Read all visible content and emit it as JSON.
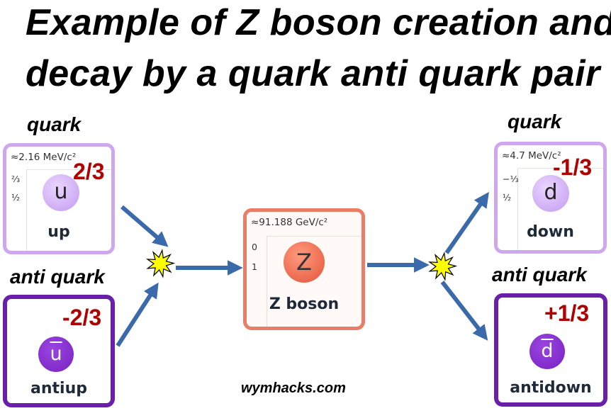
{
  "title": {
    "line1": "Example of Z boson creation and",
    "line2": "decay by a quark anti quark pair"
  },
  "labels": {
    "quark": "quark",
    "anti_quark": "anti quark"
  },
  "particles": {
    "up": {
      "mass": "≈2.16 MeV/c²",
      "charge_small": "⅔",
      "spin": "½",
      "symbol": "u",
      "name": "up",
      "charge_label": "2/3"
    },
    "antiup": {
      "symbol": "u",
      "name": "antiup",
      "charge_label": "-2/3"
    },
    "z": {
      "mass": "≈91.188 GeV/c²",
      "charge_small": "0",
      "spin": "1",
      "symbol": "Z",
      "name": "Z boson"
    },
    "down": {
      "mass": "≈4.7 MeV/c²",
      "charge_small": "−⅓",
      "spin": "½",
      "symbol": "d",
      "name": "down",
      "charge_label": "-1/3"
    },
    "antidown": {
      "symbol": "d",
      "name": "antidown",
      "charge_label": "+1/3"
    }
  },
  "footer": "wymhacks.com",
  "colors": {
    "arrow": "#3a6aaa",
    "charge": "#b00000",
    "light_border": "#cfa7ef",
    "dark_border": "#6a1fa8",
    "z_border": "#e97d67",
    "star_fill": "#ffff00"
  }
}
